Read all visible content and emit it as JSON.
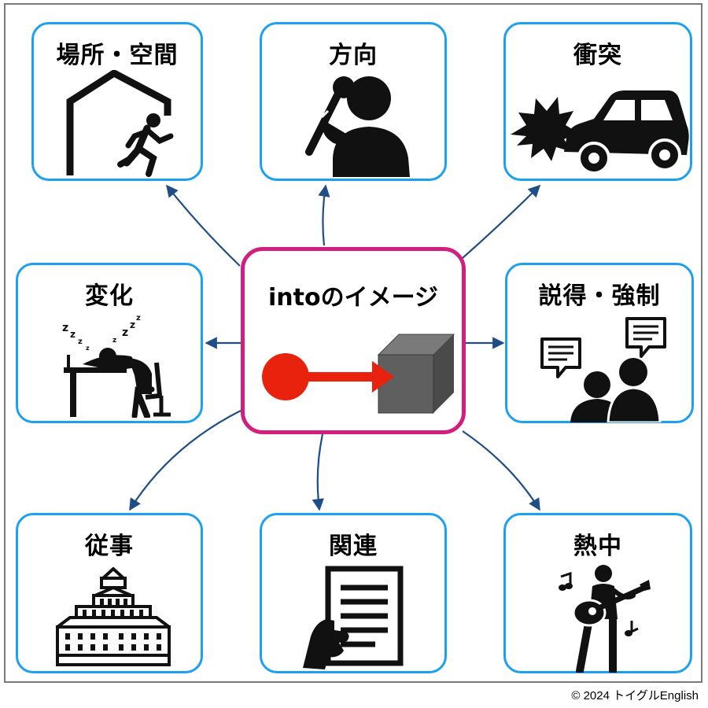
{
  "center": {
    "title": "intoのイメージ"
  },
  "boxes": [
    {
      "id": "place",
      "label": "場所・空間",
      "icon": "house-running-person-icon"
    },
    {
      "id": "direction",
      "label": "方向",
      "icon": "singer-microphone-icon"
    },
    {
      "id": "collision",
      "label": "衝突",
      "icon": "car-crash-icon"
    },
    {
      "id": "change",
      "label": "変化",
      "icon": "sleeping-at-desk-icon"
    },
    {
      "id": "persuasion",
      "label": "説得・強制",
      "icon": "people-talking-icon"
    },
    {
      "id": "engagement",
      "label": "従事",
      "icon": "government-building-icon"
    },
    {
      "id": "relation",
      "label": "関連",
      "icon": "hand-document-icon"
    },
    {
      "id": "absorption",
      "label": "熱中",
      "icon": "guitar-player-icon"
    }
  ],
  "colors": {
    "box_border": "#1ea0f0",
    "center_border": "#d21f7d",
    "arrow": "#1f4e86",
    "ball": "#e8220c",
    "cube": "#5f5f5f"
  },
  "copyright": "© 2024 トイグルEnglish"
}
